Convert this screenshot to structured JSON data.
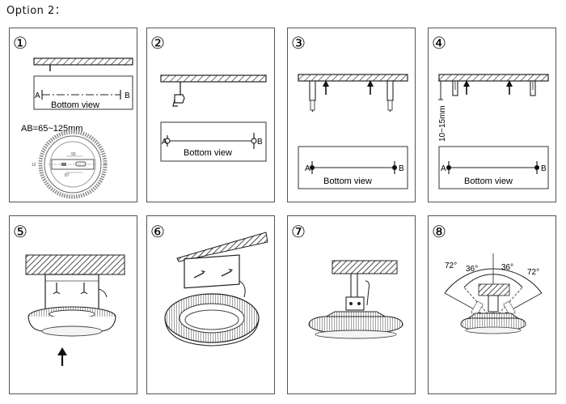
{
  "heading": "Option 2：",
  "steps": [
    {
      "number": "①",
      "view_label": "Bottom view",
      "point_a": "A",
      "point_b": "B",
      "dimension": "AB=65~125mm",
      "mini_label_1": "93",
      "mini_label_2": "87",
      "mini_label_3": "12"
    },
    {
      "number": "②",
      "view_label": "Bottom view",
      "point_a": "A",
      "point_b": "B"
    },
    {
      "number": "③",
      "view_label": "Bottom view",
      "point_a": "A",
      "point_b": "B"
    },
    {
      "number": "④",
      "view_label": "Bottom view",
      "point_a": "A",
      "point_b": "B",
      "gap_label": "10~15mm"
    },
    {
      "number": "⑤"
    },
    {
      "number": "⑥"
    },
    {
      "number": "⑦"
    },
    {
      "number": "⑧",
      "angle_outer_left": "72°",
      "angle_inner_left": "36°",
      "angle_inner_right": "36°",
      "angle_outer_right": "72°"
    }
  ],
  "colors": {
    "line": "#222222",
    "frame": "#555555",
    "hatch": "#333333"
  }
}
